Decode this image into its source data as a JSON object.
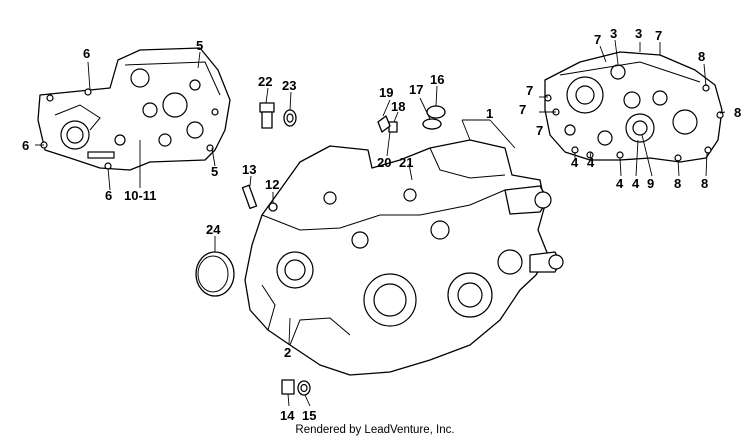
{
  "footer": "Rendered by LeadVenture, Inc.",
  "callouts": {
    "c1": "1",
    "c2": "2",
    "c3a": "3",
    "c3b": "3",
    "c4a": "4",
    "c4b": "4",
    "c4c": "4",
    "c4d": "4",
    "c5a": "5",
    "c5b": "5",
    "c6a": "6",
    "c6b": "6",
    "c6c": "6",
    "c7a": "7",
    "c7b": "7",
    "c7c": "7",
    "c7d": "7",
    "c7e": "7",
    "c8a": "8",
    "c8b": "8",
    "c8c": "8",
    "c8d": "8",
    "c9": "9",
    "c10_11": "10-11",
    "c12": "12",
    "c13": "13",
    "c14": "14",
    "c15": "15",
    "c16": "16",
    "c17": "17",
    "c18": "18",
    "c19": "19",
    "c20": "20",
    "c21": "21",
    "c22": "22",
    "c23": "23",
    "c24": "24"
  }
}
